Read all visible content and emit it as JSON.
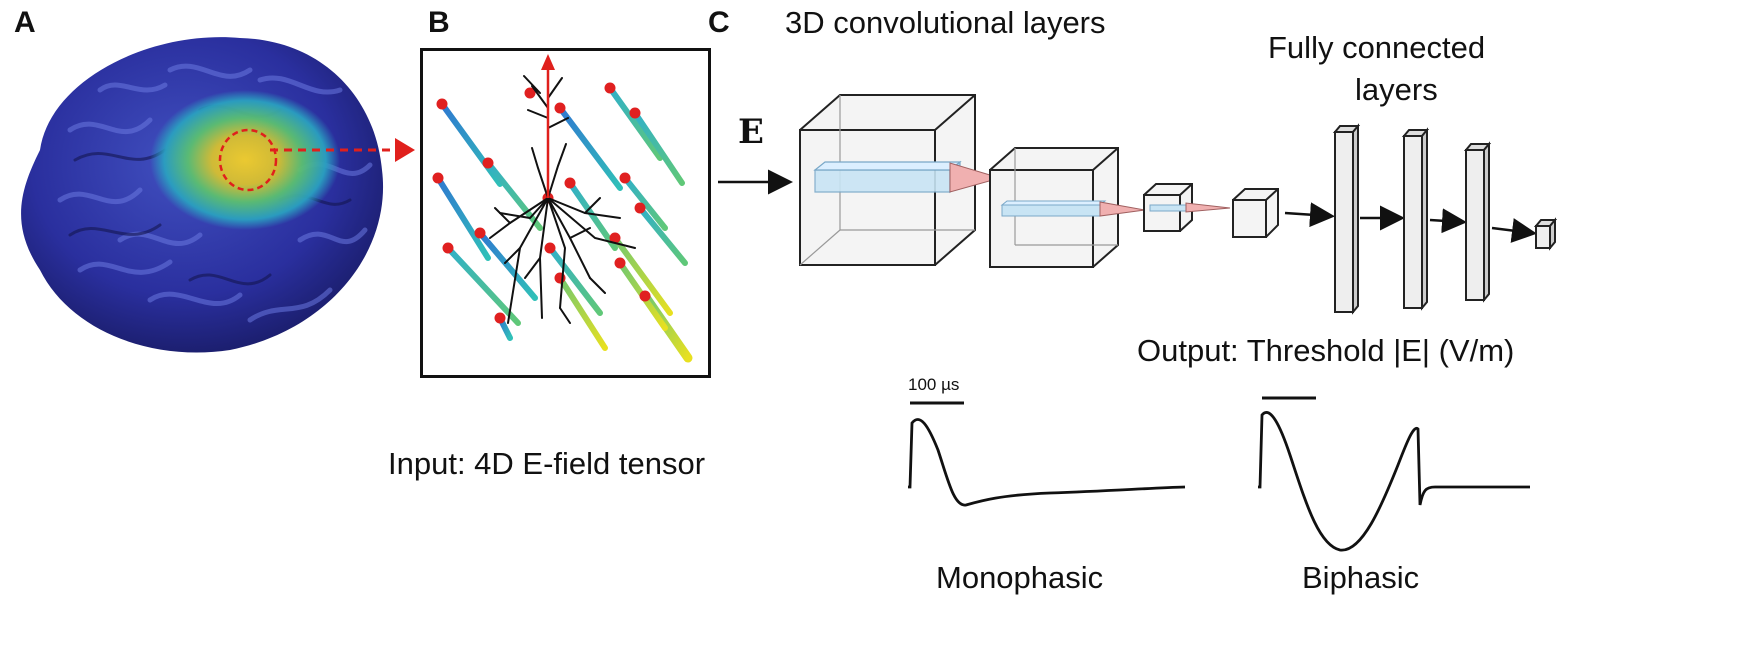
{
  "panels": {
    "a": {
      "letter": "A"
    },
    "b": {
      "letter": "B",
      "caption": "Input: 4D E-field tensor"
    },
    "c": {
      "letter": "C",
      "input_symbol": "E",
      "conv_label": "3D convolutional layers",
      "fc_label_line1": "Fully connected",
      "fc_label_line2": "layers",
      "output_label": "Output: Threshold |E| (V/m)",
      "scale_bar_label": "100 µs",
      "waveforms": [
        {
          "name": "Monophasic"
        },
        {
          "name": "Biphasic"
        }
      ]
    }
  },
  "colors": {
    "brain_base": "#2a2f9e",
    "hotspot": "#f0c020",
    "arrow_red": "#e0201c",
    "vector_teal": "#2fb8c0",
    "vector_yellow": "#e8e020",
    "layer_fill": "#c8e4f4",
    "kernel_fill": "#f0b0b0"
  },
  "icons": {
    "brain": "cortex-surface-render",
    "neuron": "pyramidal-neuron-morphology"
  }
}
